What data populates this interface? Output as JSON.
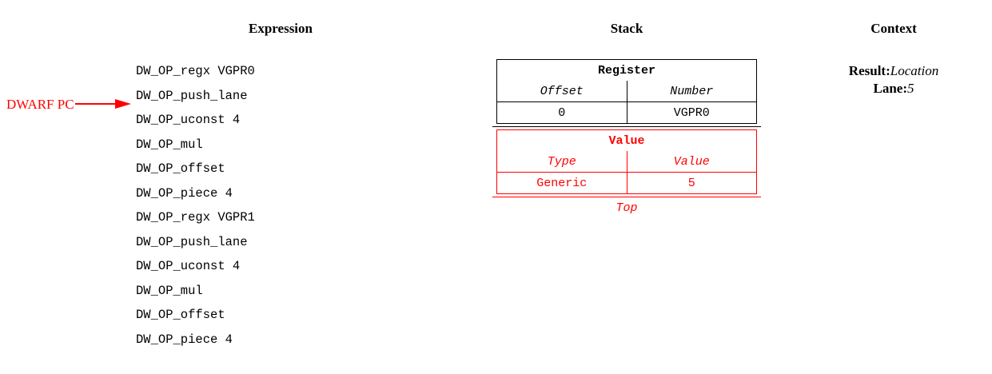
{
  "headings": {
    "expression": "Expression",
    "stack": "Stack",
    "context": "Context"
  },
  "pointer": {
    "label": "DWARF PC",
    "color": "#ff0000",
    "points_to_line_index": 2
  },
  "expression": {
    "lines": [
      "DW_OP_regx VGPR0",
      "DW_OP_push_lane",
      "DW_OP_uconst 4",
      "DW_OP_mul",
      "DW_OP_offset",
      "DW_OP_piece 4",
      "DW_OP_regx VGPR1",
      "DW_OP_push_lane",
      "DW_OP_uconst 4",
      "DW_OP_mul",
      "DW_OP_offset",
      "DW_OP_piece 4"
    ]
  },
  "stack": {
    "entries": [
      {
        "title": "Register",
        "color": "#000000",
        "columns": [
          "Offset",
          "Number"
        ],
        "values": [
          "0",
          "VGPR0"
        ]
      },
      {
        "title": "Value",
        "color": "#ff0000",
        "columns": [
          "Type",
          "Value"
        ],
        "values": [
          "Generic",
          "5"
        ]
      }
    ],
    "top_label": "Top"
  },
  "context": {
    "rows": [
      {
        "key": "Result:",
        "value": "Location"
      },
      {
        "key": "Lane:",
        "value": "5"
      }
    ]
  }
}
